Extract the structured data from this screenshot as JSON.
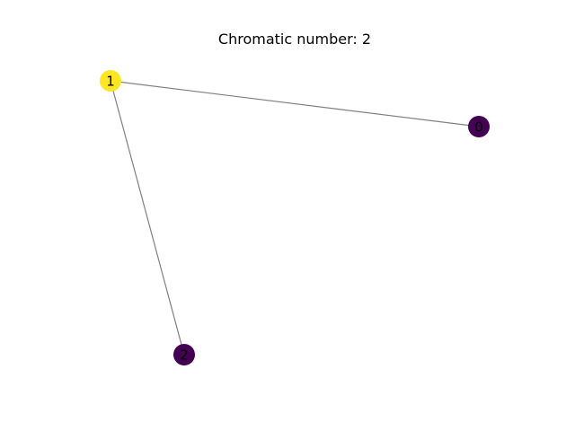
{
  "title": "Chromatic number: 2",
  "graph": {
    "nodes": [
      {
        "id": "0",
        "label": "0",
        "color_class": 0
      },
      {
        "id": "1",
        "label": "1",
        "color_class": 1
      },
      {
        "id": "2",
        "label": "2",
        "color_class": 0
      }
    ],
    "edges": [
      {
        "source": "1",
        "target": "0"
      },
      {
        "source": "1",
        "target": "2"
      }
    ]
  },
  "colors": {
    "class_0": "#440154",
    "class_1": "#fde725",
    "edge": "#808080",
    "label": "#000000"
  }
}
